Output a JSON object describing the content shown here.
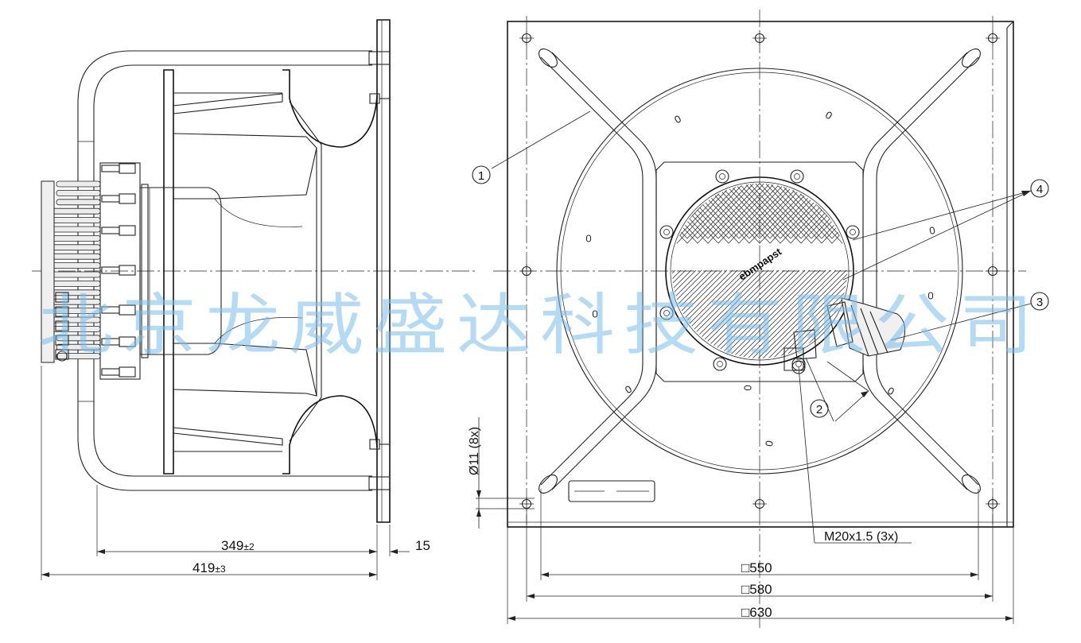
{
  "dimensions": {
    "d349": {
      "value": "349",
      "tol": "±2"
    },
    "d419": {
      "value": "419",
      "tol": "±3"
    },
    "d15": "15",
    "hole": "Ø11 (8x)",
    "d550": "□550",
    "d580": "□580",
    "d630": "□630",
    "thread": "M20x1.5 (3x)"
  },
  "callouts": [
    "1",
    "2",
    "3",
    "4"
  ],
  "brand_mark": "ebmpapst",
  "watermark": "北京龙威盛达科技有限公司",
  "colors": {
    "line": "#222222",
    "watermark": "#78beeb"
  }
}
